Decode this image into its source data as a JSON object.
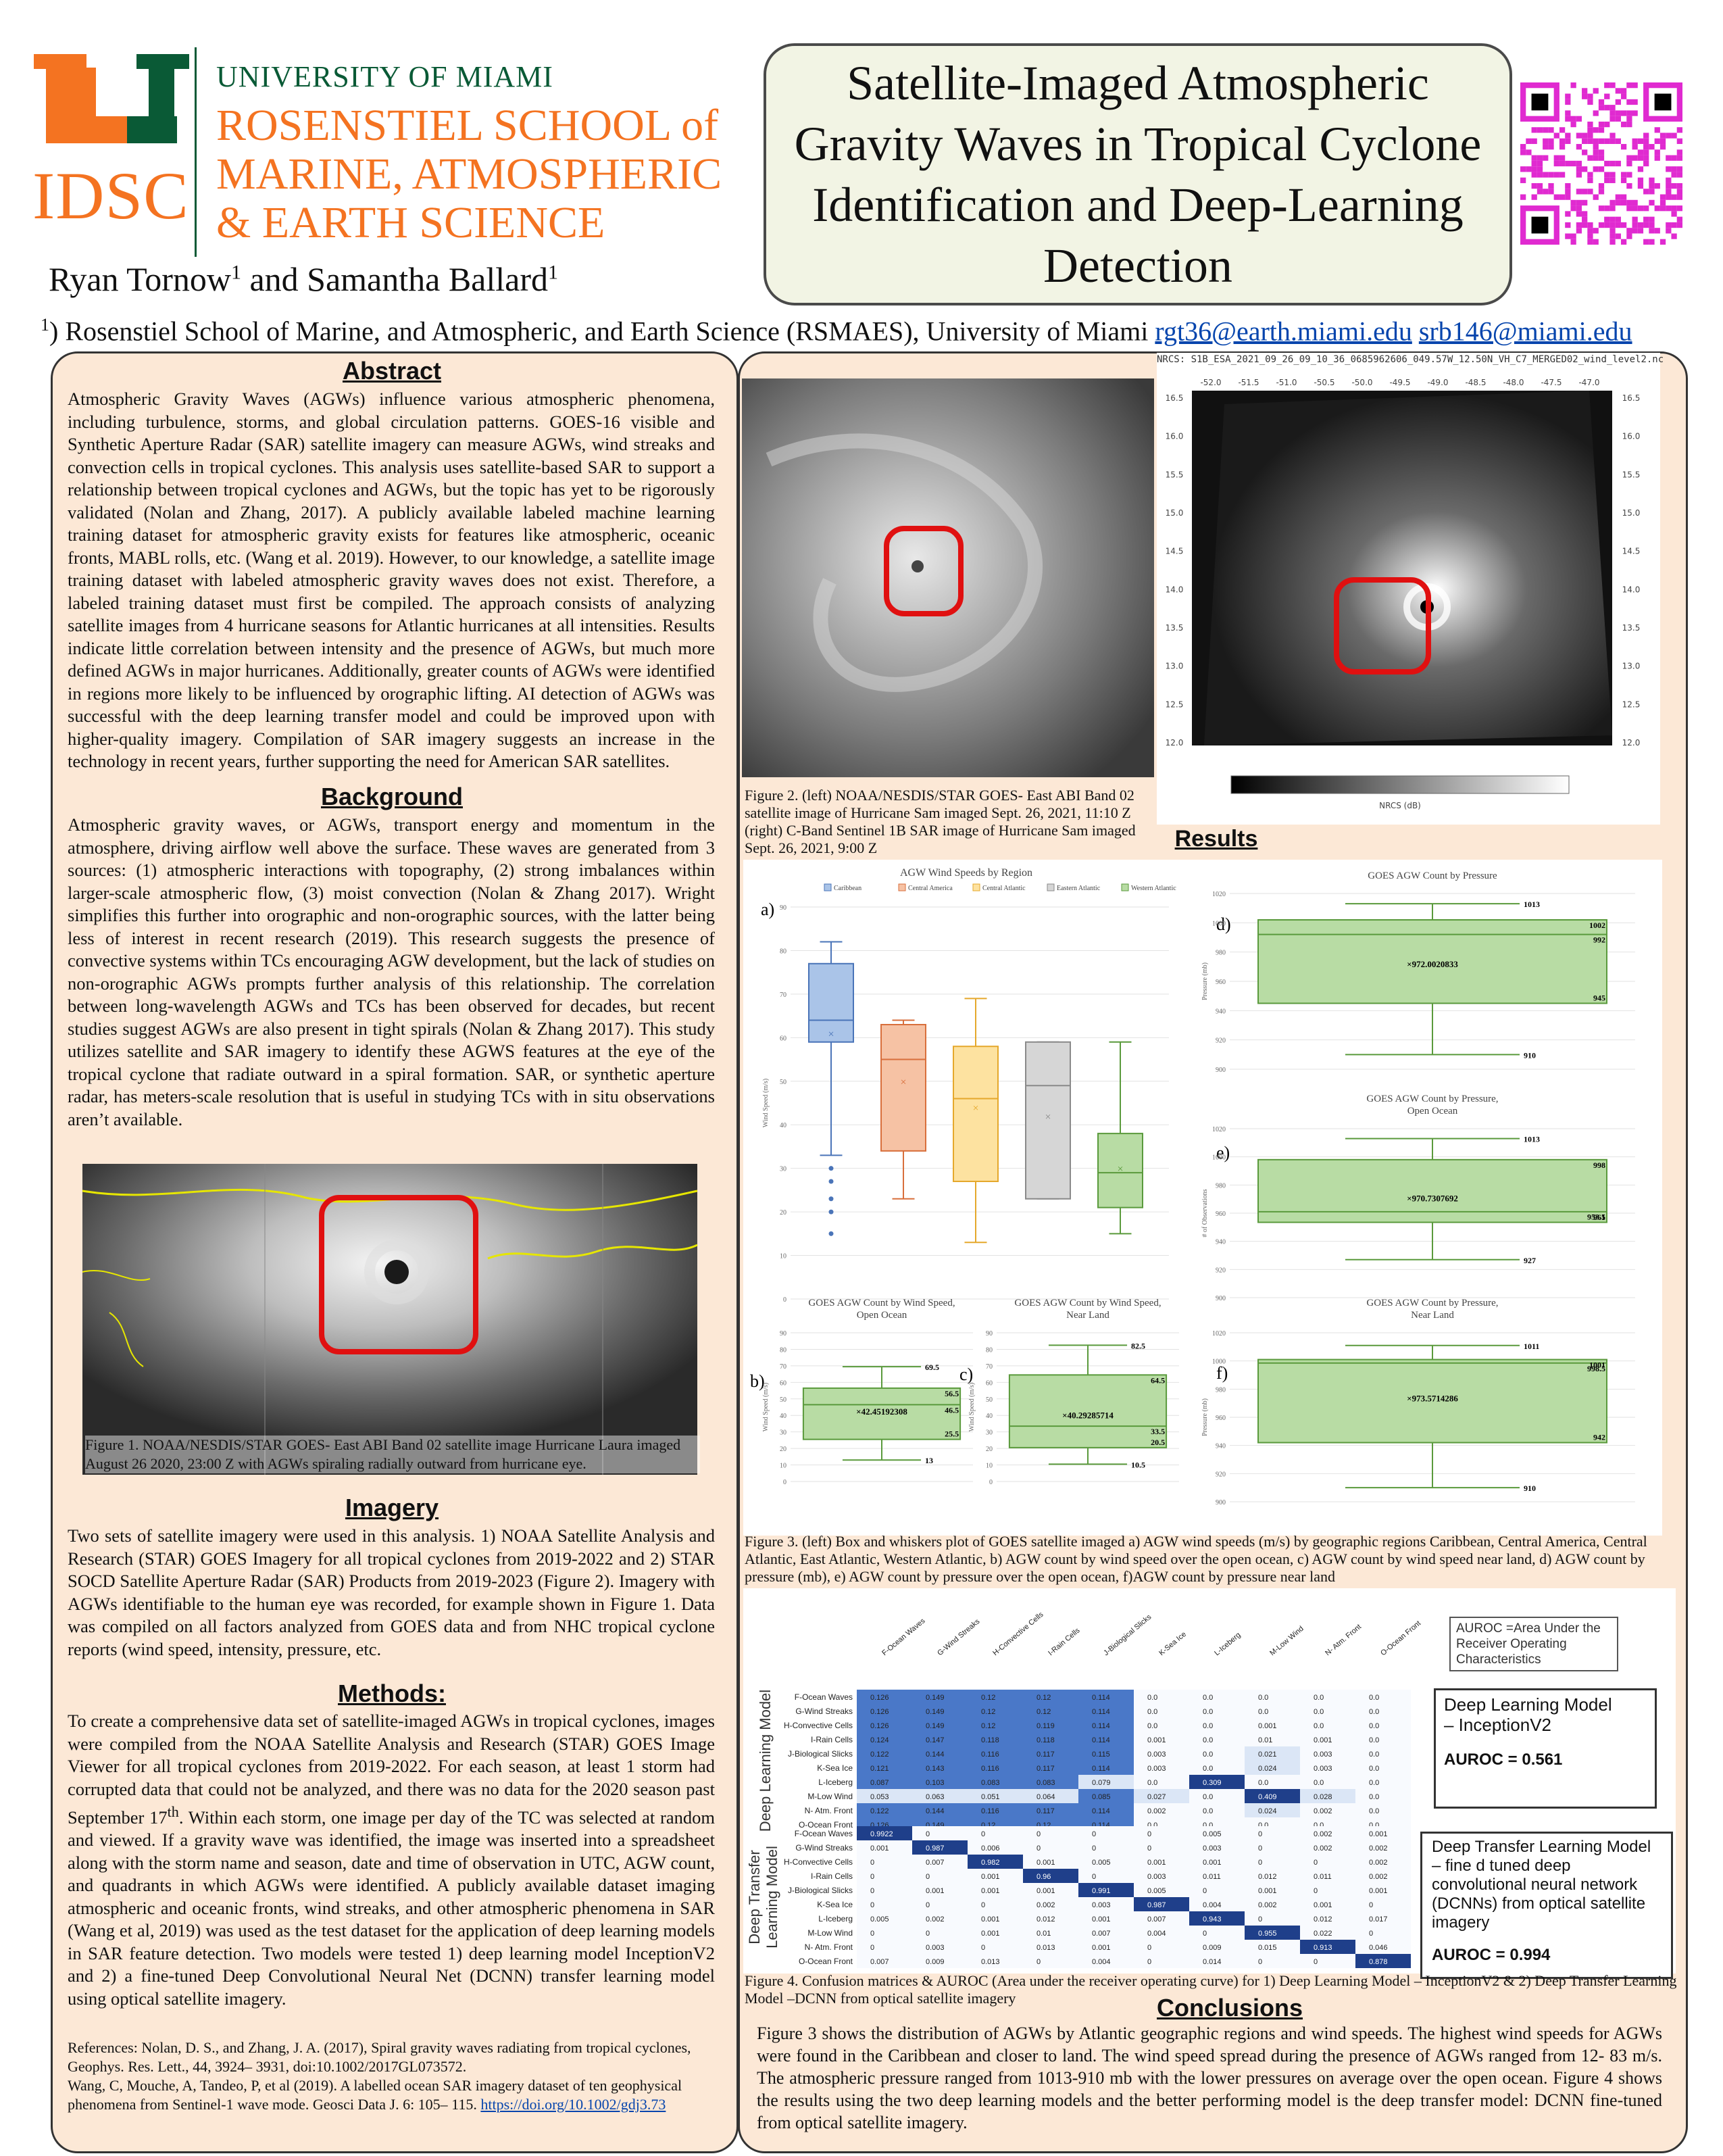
{
  "header": {
    "logo_text": "IDSC",
    "university": "UNIVERSITY OF MIAMI",
    "school_lines": [
      "ROSENSTIEL SCHOOL of",
      "MARINE, ATMOSPHERIC",
      "& EARTH SCIENCE"
    ],
    "title": "Satellite-Imaged Atmospheric Gravity Waves in Tropical Cyclone Identification and Deep-Learning Detection",
    "author_1": "Ryan Tornow",
    "author_2": "Samantha Ballard",
    "author_sup": "1",
    "author_and": " and ",
    "affiliation_sup": "1",
    "affiliation_text": ") Rosenstiel School of Marine, and Atmospheric, and Earth Science (RSMAES), University of Miami ",
    "email_1": "rgt36@earth.miami.edu",
    "email_2": "srb146@miami.edu"
  },
  "abstract": {
    "heading": "Abstract",
    "text": "Atmospheric Gravity Waves (AGWs) influence various atmospheric phenomena, including turbulence, storms, and global circulation patterns. GOES-16 visible and Synthetic Aperture Radar (SAR) satellite imagery can measure AGWs, wind streaks and convection cells in tropical cyclones. This analysis uses satellite-based SAR to support a relationship between tropical cyclones and AGWs, but the topic has yet to be rigorously validated (Nolan and Zhang, 2017). A publicly available labeled machine learning training dataset for atmospheric gravity exists for features like atmospheric, oceanic fronts, MABL rolls, etc. (Wang et al. 2019). However, to our knowledge, a satellite image training dataset with labeled atmospheric gravity waves does not exist. Therefore, a labeled training dataset must first be compiled. The approach consists of analyzing satellite images from 4 hurricane seasons for Atlantic hurricanes at all intensities. Results indicate little correlation between intensity and the presence of AGWs, but much more defined AGWs in major hurricanes. Additionally, greater counts of AGWs were identified in regions more likely to be influenced by orographic lifting. AI detection of AGWs was successful with the  deep learning transfer model and could be improved upon with higher-quality imagery. Compilation of SAR imagery suggests an increase in the technology in recent years, further supporting the need for American SAR satellites."
  },
  "background": {
    "heading": "Background",
    "text": "Atmospheric gravity waves, or AGWs, transport energy and momentum in the atmosphere, driving airflow well above the surface. These waves are generated from 3 sources: (1) atmospheric interactions with topography, (2) strong imbalances within larger-scale atmospheric flow, (3) moist convection (Nolan & Zhang 2017). Wright simplifies this further into orographic and non-orographic sources, with the latter being less of interest in recent research (2019). This research suggests the presence of convective systems within TCs  encouraging AGW development, but the lack of studies on non-orographic AGWs prompts further analysis of this relationship. The correlation between long-wavelength AGWs and TCs has been observed for decades, but recent studies suggest AGWs are also present in tight spirals (Nolan & Zhang 2017).  This study utilizes satellite and SAR imagery to identify these AGWS features at the eye of the tropical cyclone that radiate outward in a spiral formation. SAR, or synthetic aperture radar, has meters-scale resolution that is useful in studying TCs with in situ observations aren’t available."
  },
  "figure1": {
    "caption": "Figure 1. NOAA/NESDIS/STAR GOES- East ABI Band 02 satellite image Hurricane Laura imaged August 26 2020, 23:00 Z with AGWs spiraling radially outward from hurricane eye."
  },
  "imagery": {
    "heading": "Imagery",
    "text": "Two sets of  satellite imagery were used  in this analysis. 1) NOAA Satellite Analysis and Research (STAR) GOES Imagery for all tropical cyclones from 2019-2022 and 2) STAR SOCD Satellite Aperture Radar (SAR) Products from 2019-2023 (Figure 2). Imagery with AGWs identifiable to the human eye was recorded, for example shown in Figure 1. Data was compiled on all factors analyzed from GOES data and from NHC tropical cyclone reports (wind speed, intensity, pressure, etc."
  },
  "methods": {
    "heading": "Methods:",
    "text_before_sup": "To create a comprehensive data set of satellite-imaged AGWs in tropical cyclones, images were compiled from the NOAA Satellite Analysis and Research (STAR) GOES Image Viewer for all tropical cyclones from 2019-2022. For each season, at least 1 storm had corrupted data that could not be analyzed, and there was no data for the 2020 season past September 17",
    "sup": "th",
    "text_after_sup": ". Within each storm, one image per day of the TC was selected at random and viewed. If a gravity wave was identified, the image was inserted into a spreadsheet along with the storm name and season, date and time of observation in UTC, AGW count, and quadrants in which AGWs were identified.  A publicly available dataset imaging atmospheric and oceanic fronts, wind streaks, and other atmospheric phenomena in SAR (Wang et al, 2019) was used as the test dataset for the application of deep learning models in SAR feature detection.  Two models were tested 1) deep learning model InceptionV2 and 2) a fine-tuned  Deep Convolutional Neural Net (DCNN) transfer learning model using optical satellite imagery."
  },
  "references": {
    "ref1": "References: Nolan, D. S., and Zhang, J. A. (2017), Spiral gravity waves radiating from tropical cyclones, Geophys. Res. Lett., 44, 3924– 3931, doi:10.1002/2017GL073572.",
    "ref2": "Wang, C, Mouche, A, Tandeo, P, et al (2019). A labelled ocean SAR imagery dataset of ten geophysical phenomena from Sentinel-1 wave mode. Geosci Data J.  6: 105– 115. ",
    "ref2_link": "https://doi.org/10.1002/gdj3.73"
  },
  "figure2": {
    "caption": "Figure 2. (left) NOAA/NESDIS/STAR GOES- East ABI Band 02 satellite image of Hurricane Sam imaged Sept. 26, 2021, 11:10 Z (right) C-Band Sentinel 1B SAR image of Hurricane Sam imaged Sept. 26, 2021, 9:00 Z",
    "sar_header": "NRCS: S1B_ESA_2021_09_26_09_10_36_0685962606_049.57W_12.50N_VH_C7_MERGED02_wind_level2.nc",
    "sar_top_ticks": [
      "-52.0",
      "-51.5",
      "-51.0",
      "-50.5",
      "-50.0",
      "-49.5",
      "-49.0",
      "-48.5",
      "-48.0",
      "-47.5",
      "-47.0"
    ],
    "sar_side_ticks": [
      "16.5",
      "16.0",
      "15.5",
      "15.0",
      "14.5",
      "14.0",
      "13.5",
      "13.0",
      "12.5",
      "12.0"
    ],
    "sar_colorbar_label": "NRCS (dB)"
  },
  "results": {
    "heading": "Results"
  },
  "chart_data": [
    {
      "type": "box",
      "panel": "a)",
      "title": "AGW Wind Speeds by Region",
      "ylabel": "Wind Speed (m/s)",
      "ylim": [
        0,
        90
      ],
      "yticks": [
        "0",
        "10",
        "20",
        "30",
        "40",
        "50",
        "60",
        "70",
        "80",
        "90"
      ],
      "legend": [
        "Caribbean",
        "Central America",
        "Central Atlantic",
        "Eastern Atlantic",
        "Western Atlantic"
      ],
      "boxes": [
        {
          "name": "Caribbean",
          "min": 33,
          "q1": 59,
          "median": 64,
          "q3": 77,
          "max": 82,
          "mean": 61,
          "outliers": [
            30,
            27,
            23,
            20,
            15
          ],
          "color": "#aac4e8",
          "edge": "#4a74b8"
        },
        {
          "name": "Central America",
          "min": 23,
          "q1": 34,
          "median": 55,
          "q3": 63,
          "max": 64,
          "mean": 50,
          "outliers": [],
          "color": "#f6c2a4",
          "edge": "#d86f3c"
        },
        {
          "name": "Central Atlantic",
          "min": 13,
          "q1": 27,
          "median": 46,
          "q3": 58,
          "max": 69,
          "mean": 44,
          "outliers": [],
          "color": "#fde2a0",
          "edge": "#e5a82c"
        },
        {
          "name": "Eastern Atlantic",
          "min": 23,
          "q1": 23,
          "median": 49,
          "q3": 59,
          "max": 59,
          "mean": 42,
          "outliers": [],
          "color": "#d6d6d6",
          "edge": "#8a8a8a"
        },
        {
          "name": "Western Atlantic",
          "min": 15,
          "q1": 21,
          "median": 29,
          "q3": 38,
          "max": 59,
          "mean": 30,
          "outliers": [],
          "color": "#b8dca4",
          "edge": "#5a9a3c"
        }
      ]
    },
    {
      "type": "box",
      "panel": "b)",
      "title": "GOES AGW Count by Wind Speed, Open Ocean",
      "ylabel": "Wind Speed (m/s)",
      "ylim": [
        0,
        90
      ],
      "yticks": [
        "0",
        "10",
        "20",
        "30",
        "40",
        "50",
        "60",
        "70",
        "80",
        "90"
      ],
      "labels": {
        "max": "69.5",
        "q3": "56.5",
        "median": "46.5",
        "q1": "25.5",
        "min": "13",
        "mean": "42.45192308"
      },
      "box": {
        "min": 13,
        "q1": 25.5,
        "median": 46.5,
        "q3": 56.5,
        "max": 69.5,
        "mean": 42.45
      }
    },
    {
      "type": "box",
      "panel": "c)",
      "title": "GOES AGW Count by Wind Speed, Near Land",
      "ylabel": "Wind Speed (m/s)",
      "ylim": [
        0,
        90
      ],
      "yticks": [
        "0",
        "10",
        "20",
        "30",
        "40",
        "50",
        "60",
        "70",
        "80",
        "90"
      ],
      "labels": {
        "max": "82.5",
        "q3": "64.5",
        "median": "33.5",
        "q1": "20.5",
        "min": "10.5",
        "mean": "40.29285714"
      },
      "box": {
        "min": 10.5,
        "q1": 20.5,
        "median": 33.5,
        "q3": 64.5,
        "max": 82.5,
        "mean": 40.29
      }
    },
    {
      "type": "box",
      "panel": "d)",
      "title": "GOES AGW Count by Pressure",
      "ylabel": "Pressure (mb)",
      "ylim": [
        900,
        1020
      ],
      "yticks": [
        "900",
        "920",
        "940",
        "960",
        "980",
        "1000",
        "1020"
      ],
      "labels": {
        "max": "1013",
        "q3": "1002",
        "median": "992",
        "q1": "945",
        "min": "910",
        "mean": "972.0020833"
      },
      "box": {
        "min": 910,
        "q1": 945,
        "median": 992,
        "q3": 1002,
        "max": 1013,
        "mean": 972.0
      }
    },
    {
      "type": "box",
      "panel": "e)",
      "title": "GOES AGW Count by Pressure, Open Ocean",
      "ylabel": "# of Observations",
      "ylim": [
        900,
        1020
      ],
      "yticks": [
        "900",
        "920",
        "940",
        "960",
        "980",
        "1000",
        "1020"
      ],
      "labels": {
        "max": "1013",
        "q3": "998",
        "median": "961",
        "q1": "953.5",
        "min": "927",
        "mean": "970.7307692"
      },
      "box": {
        "min": 927,
        "q1": 953.5,
        "median": 961,
        "q3": 998,
        "max": 1013,
        "mean": 970.73
      }
    },
    {
      "type": "box",
      "panel": "f)",
      "title": "GOES AGW Count by Pressure, Near Land",
      "ylabel": "Pressure (mb)",
      "ylim": [
        900,
        1020
      ],
      "yticks": [
        "900",
        "920",
        "940",
        "960",
        "980",
        "1000",
        "1020"
      ],
      "labels": {
        "max": "1011",
        "q3": "1001",
        "median": "998.5",
        "q1": "942",
        "min": "910",
        "mean": "973.5714286"
      },
      "box": {
        "min": 910,
        "q1": 942,
        "median": 998.5,
        "q3": 1001,
        "max": 1011,
        "mean": 973.57
      }
    },
    {
      "type": "heatmap",
      "title": "Deep Learning Model",
      "columns": [
        "F-Ocean Waves",
        "G-Wind Streaks",
        "H-Convective Cells",
        "I-Rain Cells",
        "J-Biological Slicks",
        "K-Sea Ice",
        "L-Iceberg",
        "M-Low Wind",
        "N- Atm. Front",
        "O-Ocean Front"
      ],
      "rows": [
        "F-Ocean Waves",
        "G-Wind Streaks",
        "H-Convective Cells",
        "I-Rain Cells",
        "J-Biological Slicks",
        "K-Sea Ice",
        "L-Iceberg",
        "M-Low Wind",
        "N- Atm. Front",
        "O-Ocean Front"
      ],
      "values": [
        [
          "0.126",
          "0.149",
          "0.12",
          "0.12",
          "0.114",
          "0.0",
          "0.0",
          "0.0",
          "0.0",
          "0.0"
        ],
        [
          "0.126",
          "0.149",
          "0.12",
          "0.12",
          "0.114",
          "0.0",
          "0.0",
          "0.0",
          "0.0",
          "0.0"
        ],
        [
          "0.126",
          "0.149",
          "0.12",
          "0.119",
          "0.114",
          "0.0",
          "0.0",
          "0.001",
          "0.0",
          "0.0"
        ],
        [
          "0.124",
          "0.147",
          "0.118",
          "0.118",
          "0.114",
          "0.001",
          "0.0",
          "0.01",
          "0.001",
          "0.0"
        ],
        [
          "0.122",
          "0.144",
          "0.116",
          "0.117",
          "0.115",
          "0.003",
          "0.0",
          "0.021",
          "0.003",
          "0.0"
        ],
        [
          "0.121",
          "0.143",
          "0.116",
          "0.117",
          "0.114",
          "0.003",
          "0.0",
          "0.024",
          "0.003",
          "0.0"
        ],
        [
          "0.087",
          "0.103",
          "0.083",
          "0.083",
          "0.079",
          "0.0",
          "0.309",
          "0.0",
          "0.0",
          "0.0"
        ],
        [
          "0.053",
          "0.063",
          "0.051",
          "0.064",
          "0.085",
          "0.027",
          "0.0",
          "0.409",
          "0.028",
          "0.0"
        ],
        [
          "0.122",
          "0.144",
          "0.116",
          "0.117",
          "0.114",
          "0.002",
          "0.0",
          "0.024",
          "0.002",
          "0.0"
        ],
        [
          "0.126",
          "0.149",
          "0.12",
          "0.12",
          "0.114",
          "0.0",
          "0.0",
          "0.0",
          "0.0",
          "0.0"
        ]
      ]
    },
    {
      "type": "heatmap",
      "title": "Deep Transfer Learning Model",
      "columns": [
        "F-Ocean Waves",
        "G-Wind Streaks",
        "H-Convective Cells",
        "I-Rain Cells",
        "J-Biological Slicks",
        "K-Sea Ice",
        "L-Iceberg",
        "M-Low Wind",
        "N- Atm. Front",
        "O-Ocean Front"
      ],
      "rows": [
        "F-Ocean Waves",
        "G-Wind Streaks",
        "H-Convective Cells",
        "I-Rain Cells",
        "J-Biological Slicks",
        "K-Sea Ice",
        "L-Iceberg",
        "M-Low Wind",
        "N- Atm. Front",
        "O-Ocean Front"
      ],
      "values": [
        [
          "0.9922",
          "0",
          "0",
          "0",
          "0",
          "0",
          "0.005",
          "0",
          "0.002",
          "0.001"
        ],
        [
          "0.001",
          "0.987",
          "0.006",
          "0",
          "0",
          "0",
          "0.003",
          "0",
          "0.002",
          "0.002"
        ],
        [
          "0",
          "0.007",
          "0.982",
          "0.001",
          "0.005",
          "0.001",
          "0.001",
          "0",
          "0",
          "0.002"
        ],
        [
          "0",
          "0",
          "0.001",
          "0.96",
          "0",
          "0.003",
          "0.011",
          "0.012",
          "0.011",
          "0.002"
        ],
        [
          "0",
          "0.001",
          "0.001",
          "0.001",
          "0.991",
          "0.005",
          "0",
          "0.001",
          "0",
          "0.001"
        ],
        [
          "0",
          "0",
          "0",
          "0.002",
          "0.003",
          "0.987",
          "0.004",
          "0.002",
          "0.001",
          "0"
        ],
        [
          "0.005",
          "0.002",
          "0.001",
          "0.012",
          "0.001",
          "0.007",
          "0.943",
          "0",
          "0.012",
          "0.017"
        ],
        [
          "0",
          "0",
          "0.001",
          "0.01",
          "0.007",
          "0.004",
          "0",
          "0.955",
          "0.022",
          "0"
        ],
        [
          "0",
          "0.003",
          "0",
          "0.013",
          "0.001",
          "0",
          "0.009",
          "0.015",
          "0.913",
          "0.046"
        ],
        [
          "0.007",
          "0.009",
          "0.013",
          "0",
          "0.004",
          "0",
          "0.014",
          "0",
          "0",
          "0.878"
        ]
      ]
    }
  ],
  "figure3": {
    "caption": "Figure 3. (left) Box and whiskers plot of GOES satellite imaged a) AGW wind speeds  (m/s) by geographic regions Caribbean, Central America, Central Atlantic, East Atlantic, Western Atlantic, b) AGW count by wind speed over the open ocean, c) AGW count by wind speed near land, d) AGW count by pressure (mb), e) AGW count by pressure over the open ocean, f)AGW count by pressure near land"
  },
  "figure4": {
    "auroc_note": "AUROC =Area Under the Receiver Operating Characteristics",
    "dl_label_line1": "Deep Learning Model",
    "dl_label_line2": "– InceptionV2",
    "dl_auroc": "AUROC = 0.561",
    "dtl_label": "Deep Transfer Learning Model – fine d tuned deep convolutional neural network (DCNNs) from optical satellite imagery",
    "dtl_auroc": "AUROC = 0.994",
    "side_label_1": "Deep Learning Model",
    "side_label_2_line1": "Deep Transfer",
    "side_label_2_line2": "Learning Model",
    "caption": "Figure 4. Confusion matrices & AUROC (Area under the receiver operating curve) for 1) Deep Learning Model – InceptionV2 & 2) Deep Transfer Learning Model –DCNN from optical satellite imagery"
  },
  "conclusions": {
    "heading": "Conclusions",
    "text": "Figure 3 shows the distribution of AGWs by Atlantic geographic regions and wind speeds. The highest wind speeds for AGWs were found in the Caribbean and closer to land. The wind speed spread during the presence of AGWs ranged from 12- 83 m/s. The atmospheric pressure ranged from 1013-910 mb with the lower pressures on average over the open ocean. Figure 4 shows the results using the two deep learning models and the better performing model is the deep transfer model: DCNN fine-tuned from optical satellite imagery."
  },
  "colors": {
    "um_orange": "#f47321",
    "um_green": "#0a5a36",
    "panel_bg": "#fce8d6",
    "box_green": "#b8dca4"
  }
}
